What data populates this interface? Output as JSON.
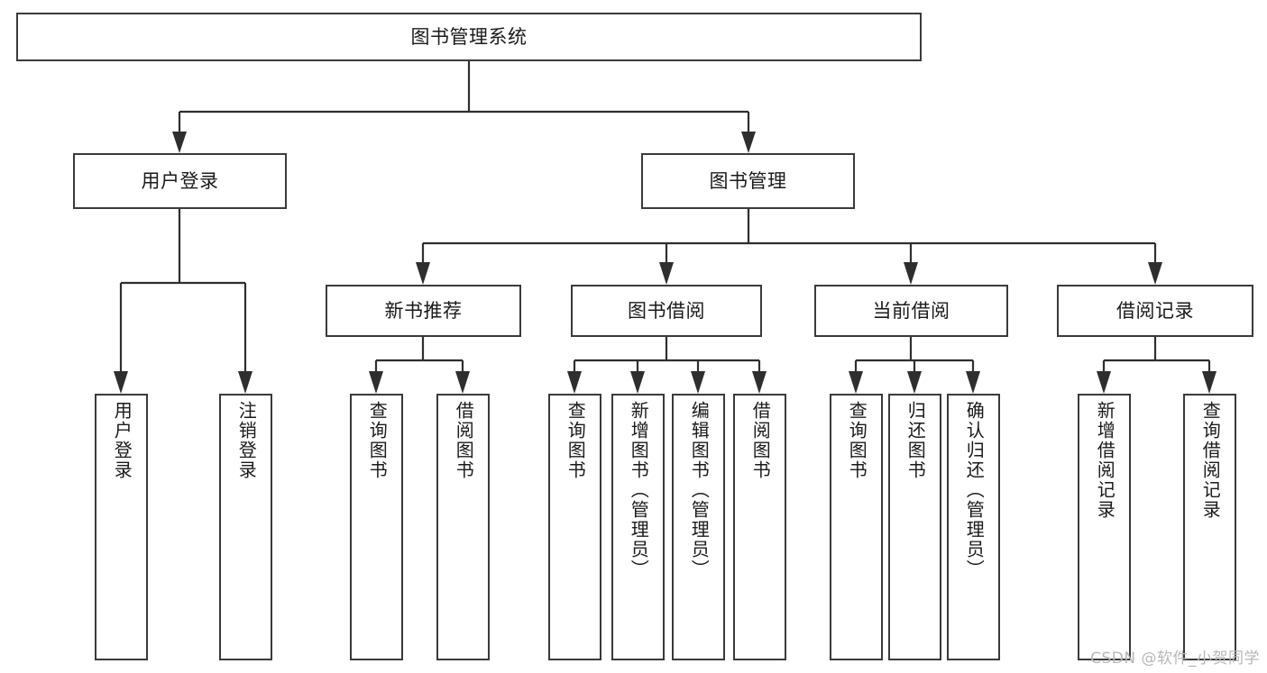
{
  "diagram": {
    "title": "图书管理系统",
    "type": "tree",
    "watermark": "CSDN @软件_小贺同学",
    "colors": {
      "background": "#ffffff",
      "box_border": "#3a3a3a",
      "connector": "#2e2e2e",
      "text": "#1a1a1a",
      "watermark": "#b7b7b7"
    },
    "root": {
      "id": "root",
      "label": "图书管理系统"
    },
    "level2": [
      {
        "id": "user-login",
        "label": "用户登录"
      },
      {
        "id": "book-management",
        "label": "图书管理"
      }
    ],
    "level3": [
      {
        "id": "new-book-recommend",
        "label": "新书推荐"
      },
      {
        "id": "book-borrow",
        "label": "图书借阅"
      },
      {
        "id": "current-borrow",
        "label": "当前借阅"
      },
      {
        "id": "borrow-record",
        "label": "借阅记录"
      }
    ],
    "leaves": {
      "user-login": [
        {
          "id": "leaf-user-login",
          "label": "用户登录"
        },
        {
          "id": "leaf-logout-login",
          "label": "注销登录"
        }
      ],
      "new-book-recommend": [
        {
          "id": "leaf-query-book-1",
          "label": "查询图书"
        },
        {
          "id": "leaf-borrow-book-1",
          "label": "借阅图书"
        }
      ],
      "book-borrow": [
        {
          "id": "leaf-query-book-2",
          "label": "查询图书"
        },
        {
          "id": "leaf-add-book",
          "label": "新增图书（管理员）"
        },
        {
          "id": "leaf-edit-book",
          "label": "编辑图书（管理员）"
        },
        {
          "id": "leaf-borrow-book-2",
          "label": "借阅图书"
        }
      ],
      "current-borrow": [
        {
          "id": "leaf-query-book-3",
          "label": "查询图书"
        },
        {
          "id": "leaf-return-book",
          "label": "归还图书"
        },
        {
          "id": "leaf-confirm-return",
          "label": "确认归还（管理员）"
        }
      ],
      "borrow-record": [
        {
          "id": "leaf-add-record",
          "label": "新增借阅记录"
        },
        {
          "id": "leaf-query-record",
          "label": "查询借阅记录"
        }
      ]
    }
  }
}
